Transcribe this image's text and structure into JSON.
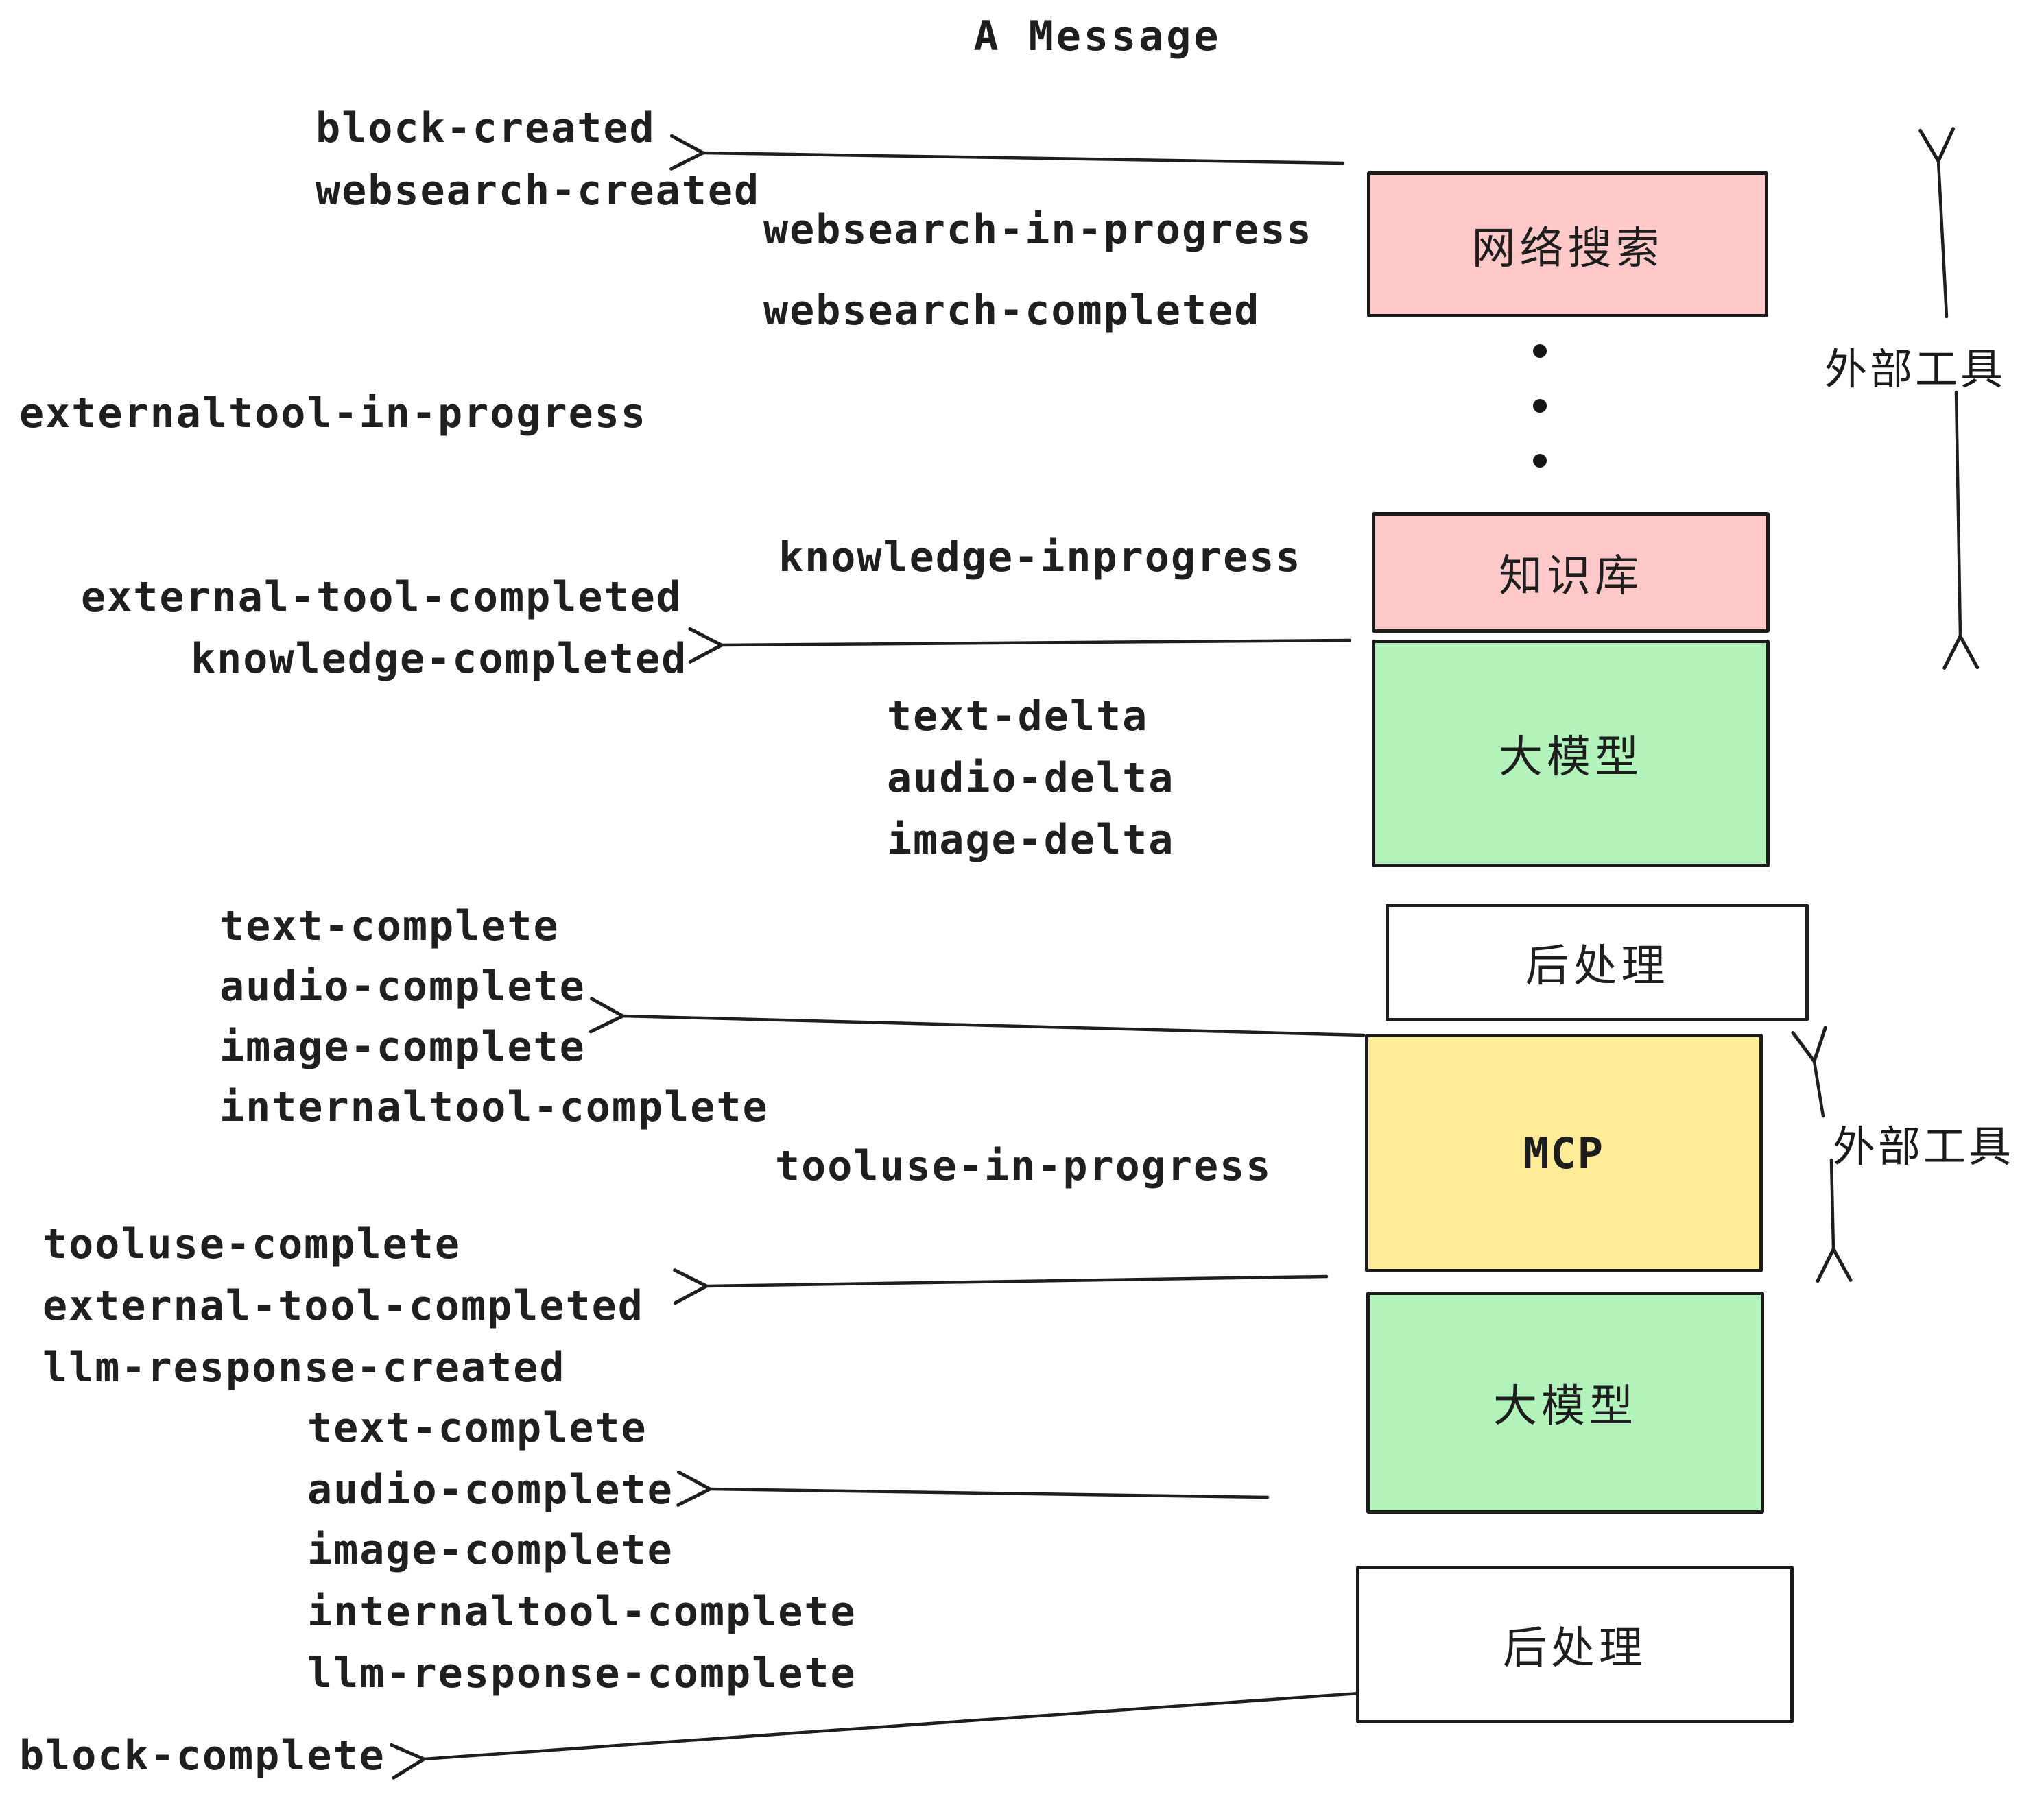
{
  "title": "A Message",
  "events": [
    {
      "text": "block-created"
    },
    {
      "text": "websearch-created"
    },
    {
      "text": "websearch-in-progress"
    },
    {
      "text": "websearch-completed"
    },
    {
      "text": "externaltool-in-progress"
    },
    {
      "text": "knowledge-inprogress"
    },
    {
      "text": "external-tool-completed"
    },
    {
      "text": "knowledge-completed"
    },
    {
      "text": "text-delta"
    },
    {
      "text": "audio-delta"
    },
    {
      "text": "image-delta"
    },
    {
      "text": "text-complete"
    },
    {
      "text": "audio-complete"
    },
    {
      "text": "image-complete"
    },
    {
      "text": "internaltool-complete"
    },
    {
      "text": "tooluse-in-progress"
    },
    {
      "text": "tooluse-complete"
    },
    {
      "text": "external-tool-completed"
    },
    {
      "text": "llm-response-created"
    },
    {
      "text": "text-complete"
    },
    {
      "text": "audio-complete"
    },
    {
      "text": "image-complete"
    },
    {
      "text": "internaltool-complete"
    },
    {
      "text": "llm-response-complete"
    },
    {
      "text": "block-complete"
    }
  ],
  "boxes": [
    {
      "label": "网络搜索",
      "color": "#ffc9c9"
    },
    {
      "label": "知识库",
      "color": "#ffc9c9"
    },
    {
      "label": "大模型",
      "color": "#b2f2bb"
    },
    {
      "label": "后处理",
      "color": "#ffffff"
    },
    {
      "label": "MCP",
      "color": "#ffec99"
    },
    {
      "label": "大模型",
      "color": "#b2f2bb"
    },
    {
      "label": "后处理",
      "color": "#ffffff"
    }
  ],
  "annotations": {
    "external_tools_top": "外部工具",
    "external_tools_mid": "外部工具"
  },
  "colors": {
    "ink": "#1e1e1e",
    "pink": "#ffc9c9",
    "green": "#b2f2bb",
    "yellow": "#ffec99"
  }
}
